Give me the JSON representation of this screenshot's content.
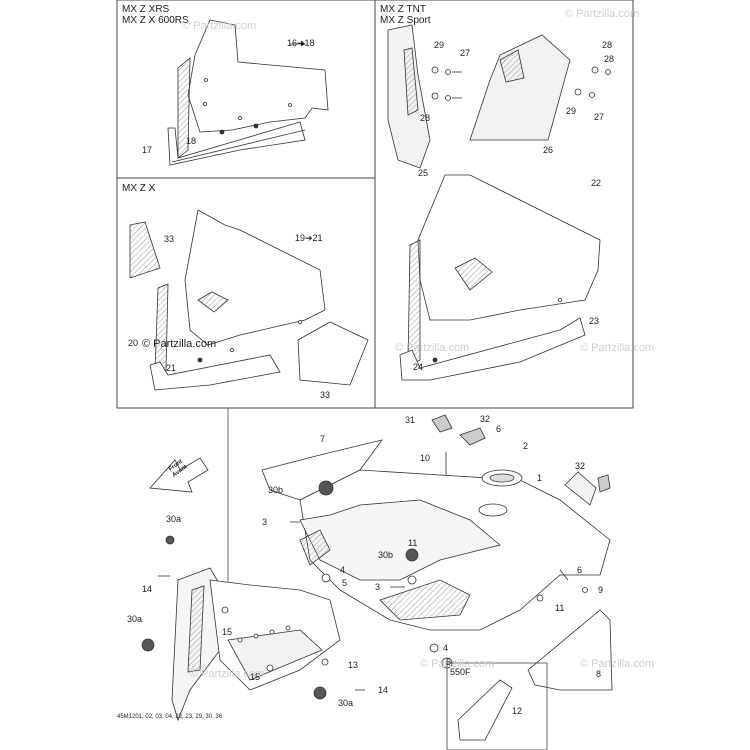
{
  "panels": {
    "top_left_title_1": "MX Z XRS",
    "top_left_title_2": "MX Z X 600RS",
    "top_right_title_1": "MX Z TNT",
    "top_right_title_2": "MX Z Sport",
    "mid_left_title": "MX Z X"
  },
  "watermark": {
    "main": "© Partzilla.com",
    "faint": "© Partzilla.com"
  },
  "front_label": [
    "Front",
    "Avant"
  ],
  "box_label": "550F",
  "footer_code": "45M1201, 02, 03, 04, 22, 23, 29, 30, 36",
  "callouts": {
    "c16_18": "16➔18",
    "c17": "17",
    "c18": "18",
    "c29a": "29",
    "c27a": "27",
    "c28a": "28",
    "c28b": "28",
    "c29b": "29",
    "c27b": "27",
    "c28c": "28",
    "c26": "26",
    "c25": "25",
    "c22": "22",
    "c33a": "33",
    "c19_21": "19➔21",
    "c20": "20",
    "c21": "21",
    "c33b": "33",
    "c23": "23",
    "c24": "24",
    "c31": "31",
    "c32a": "32",
    "c6a": "6",
    "c7": "7",
    "c10": "10",
    "c2": "2",
    "c32b": "32",
    "c1": "1",
    "c30b_a": "30b",
    "c3a": "3",
    "c30a_a": "30a",
    "c11a": "11",
    "c30b_b": "30b",
    "c4a": "4",
    "c5a": "5",
    "c3b": "3",
    "c6b": "6",
    "c14a": "14",
    "c9": "9",
    "c11b": "11",
    "c30a_b": "30a",
    "c15a": "15",
    "c4b": "4",
    "c5b": "5",
    "c13": "13",
    "c15b": "15",
    "c8": "8",
    "c14b": "14",
    "c30a_c": "30a",
    "c12": "12"
  }
}
